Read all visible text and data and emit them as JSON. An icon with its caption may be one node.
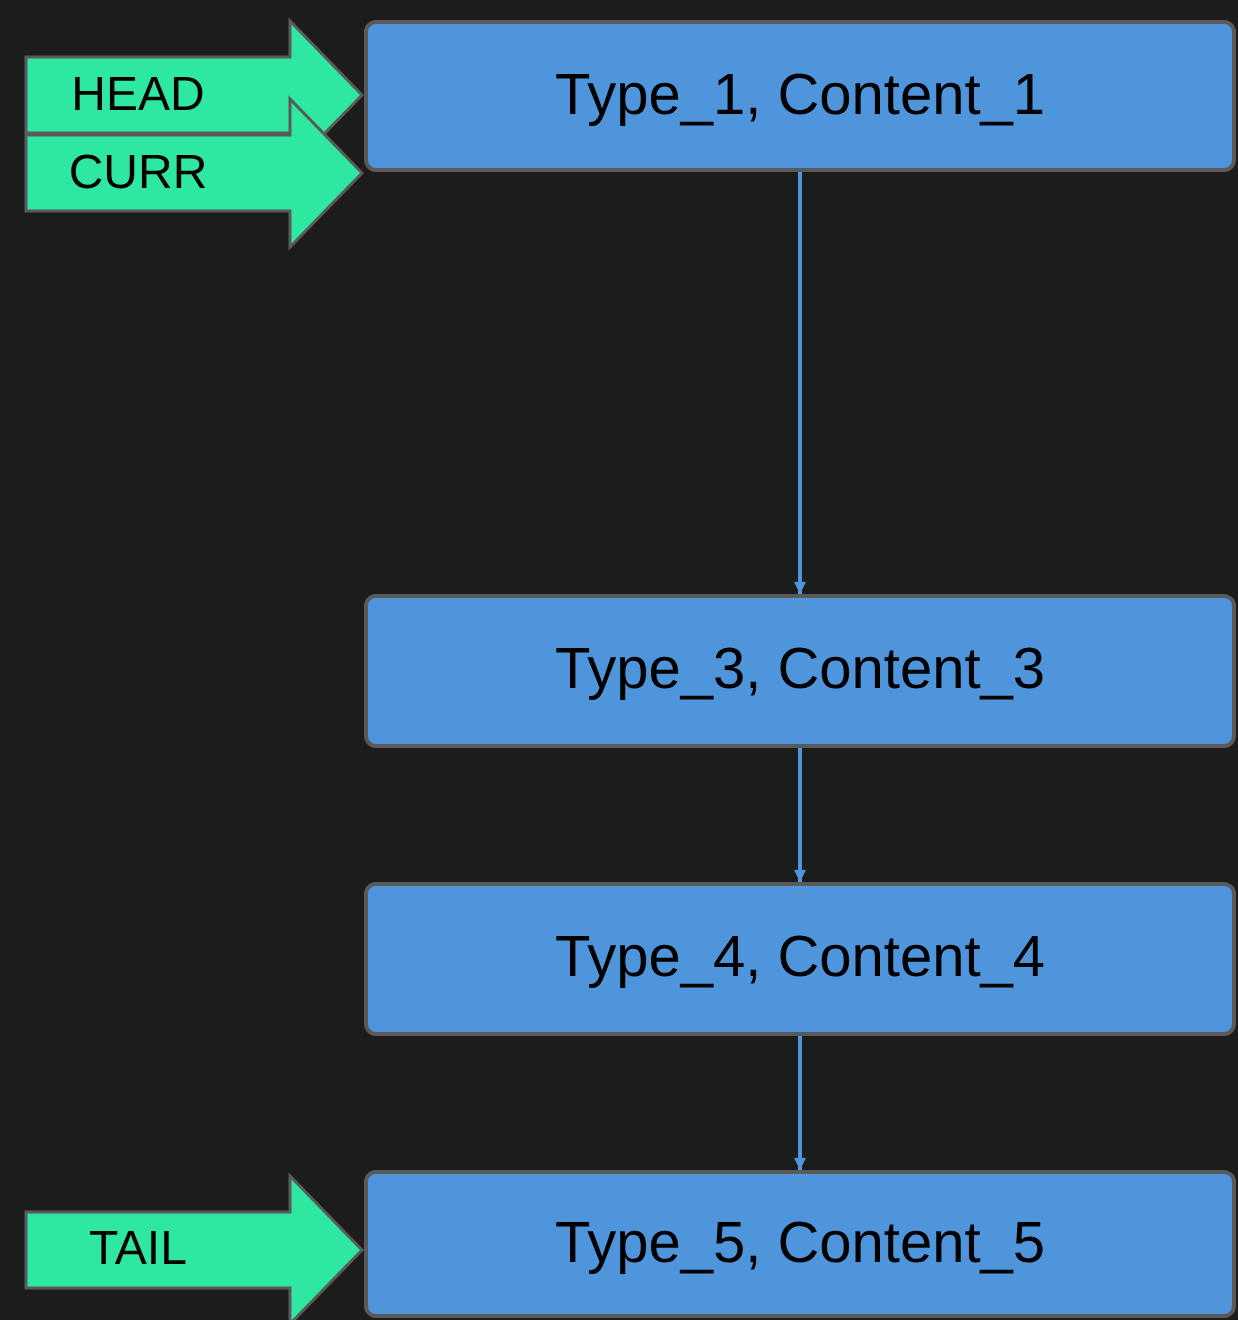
{
  "diagram": {
    "nodes": [
      {
        "text": [
          "HEAD"
        ]
      },
      {
        "text": [
          "CURR"
        ]
      },
      {
        "text": [
          "Type_1, Content_1"
        ]
      },
      {
        "text": [
          "Type_3, Content_3"
        ]
      },
      {
        "text": [
          "Type_4, Content_4"
        ]
      },
      {
        "text": [
          "TAIL"
        ]
      },
      {
        "text": [
          "Type_5, Content_5"
        ]
      }
    ],
    "edges": [
      {
        "from": 0,
        "to": 2,
        "arrow": "to",
        "style": "thick",
        "color": "#2ee8a2"
      },
      {
        "from": 1,
        "to": 2,
        "arrow": "to",
        "style": "thick",
        "color": "#2ee8a2"
      },
      {
        "from": 2,
        "to": 3,
        "arrow": "to"
      },
      {
        "from": 3,
        "to": 4,
        "arrow": "to"
      },
      {
        "from": 4,
        "to": 6,
        "arrow": "to"
      },
      {
        "from": 5,
        "to": 6,
        "arrow": "to",
        "style": "thick",
        "color": "#2ee8a2"
      }
    ]
  }
}
